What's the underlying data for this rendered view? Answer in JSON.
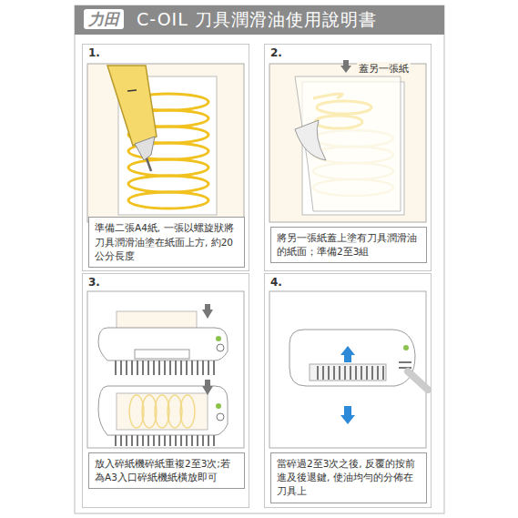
{
  "diagram": {
    "title": "C-OIL 刀具潤滑油使用說明書",
    "nodes": [
      {
        "text": [
          "1."
        ]
      },
      {
        "text": [
          "準備二張A4紙, 一張以螺旋狀將刀具潤滑油塗在紙面上方, 約20公分長度"
        ],
        "in": 0
      },
      {
        "text": [
          "2."
        ]
      },
      {
        "text": [
          "將另一張紙蓋上塗有刀具潤滑油的紙面；準備2至3組"
        ],
        "in": 2
      },
      {
        "text": [
          "3."
        ]
      },
      {
        "text": [
          "放入碎紙機碎紙重複2至3次;若為A3入口碎紙機紙橫放即可"
        ],
        "in": 4
      },
      {
        "text": [
          "4."
        ]
      },
      {
        "text": [
          "當碎過2至3次之後, 反覆的按前進及後退鍵, 使油均勻的分佈在刀具上"
        ],
        "in": 6
      }
    ],
    "labels": [
      "力田",
      "蓋另一張紙"
    ]
  }
}
